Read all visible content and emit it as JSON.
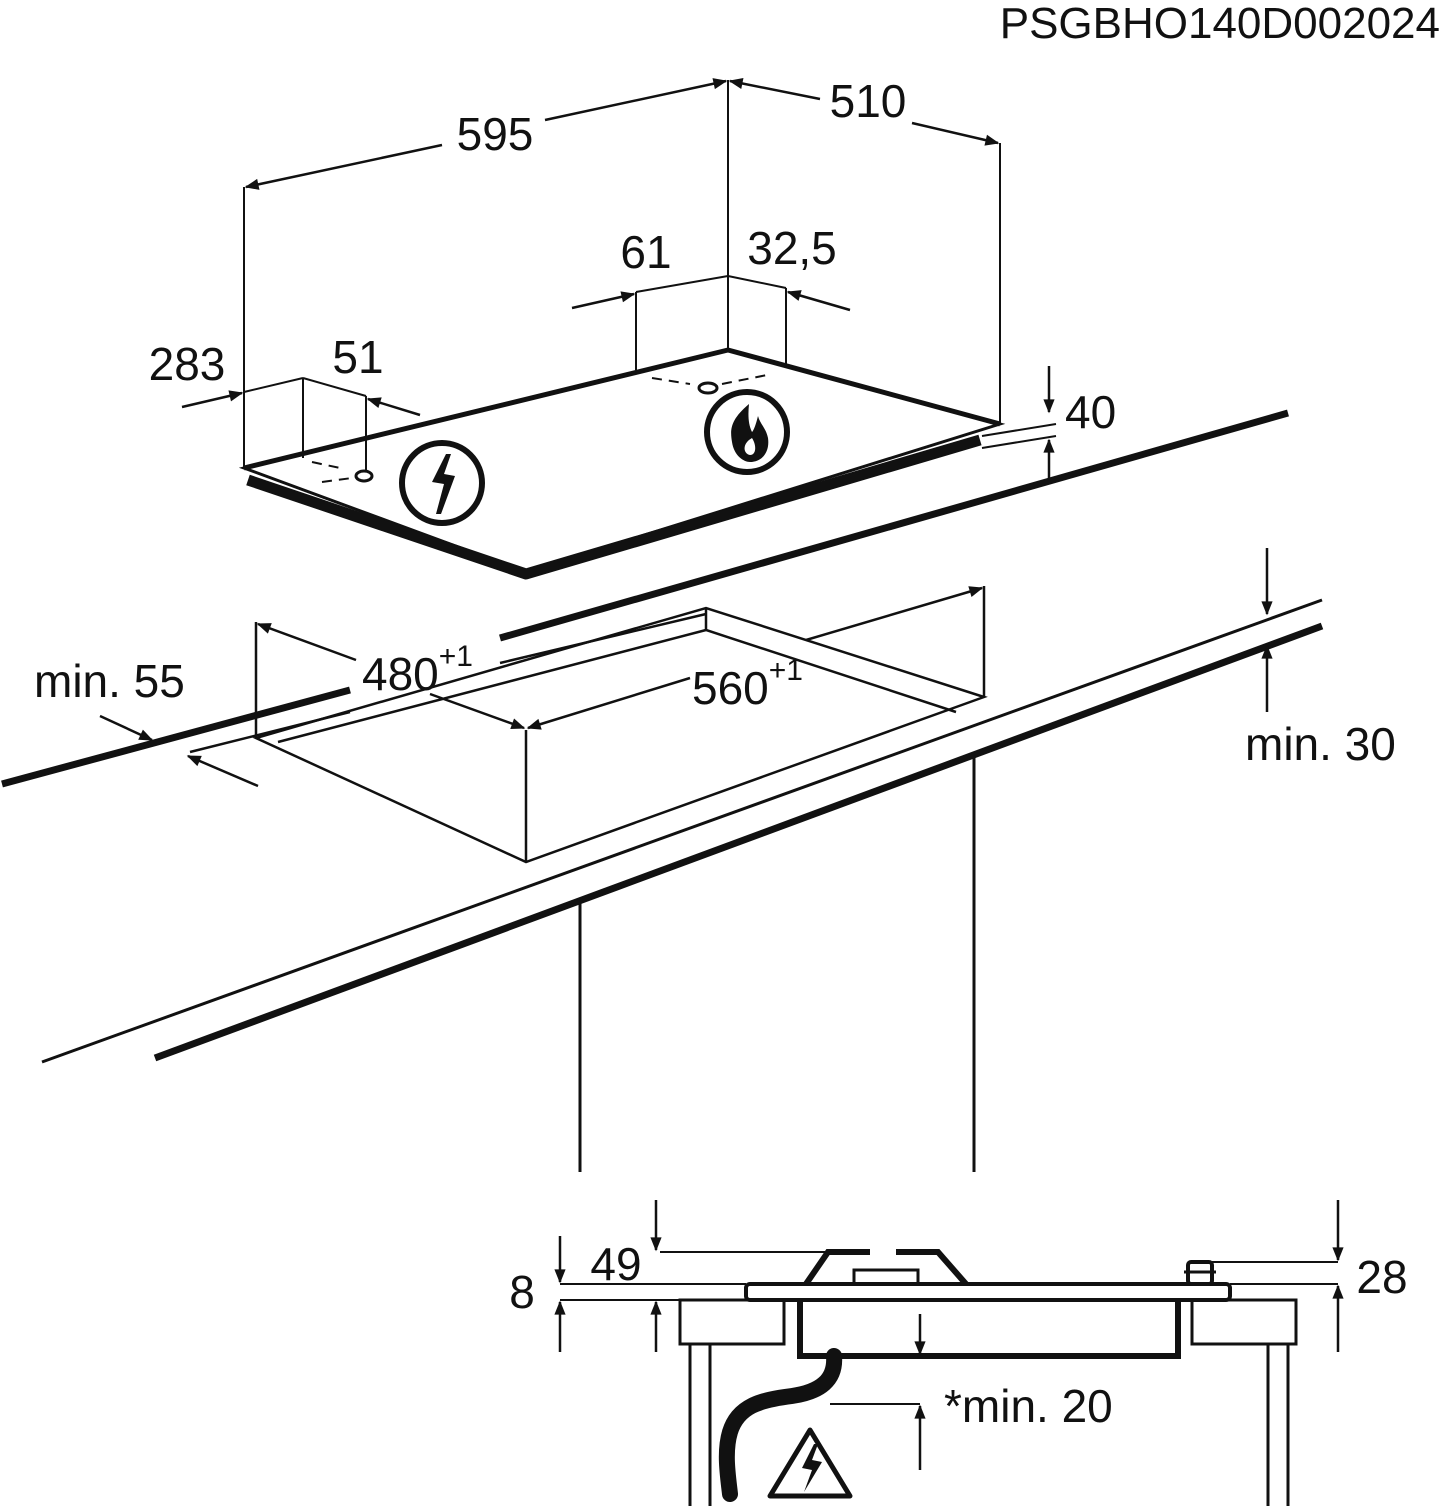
{
  "document_code": "PSGBHO140D002024",
  "dimensions": {
    "width": "595",
    "depth": "510",
    "gas_inlet_offset_x": "61",
    "gas_inlet_offset_y": "32,5",
    "electric_inlet_offset_x": "283",
    "electric_inlet_offset_y": "51",
    "appliance_height": "40",
    "cutout_depth": "480",
    "cutout_depth_tolerance": "+1",
    "cutout_width": "560",
    "cutout_width_tolerance": "+1",
    "min_front_distance": "min. 55",
    "min_worktop_thickness": "min. 30",
    "section_height_burner": "49",
    "section_height_glass": "8",
    "section_height_knob": "28",
    "min_clearance_below": "*min. 20"
  },
  "symbols": {
    "electric_connection": "lightning-bolt-icon",
    "gas_connection": "flame-icon",
    "electrical_warning": "warning-triangle-icon"
  },
  "colors": {
    "line": "#111111",
    "background": "#ffffff"
  }
}
